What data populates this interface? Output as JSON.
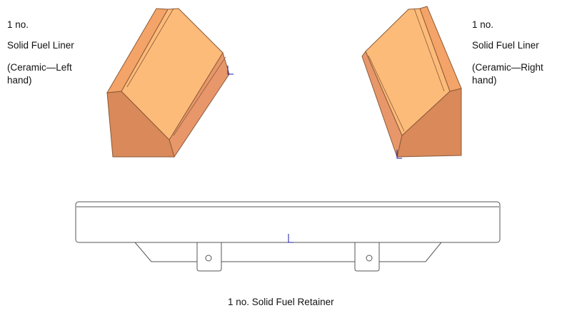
{
  "left_part": {
    "qty": "1 no.",
    "name": "Solid Fuel Liner",
    "spec_line1": "(Ceramic—Left",
    "spec_line2": "hand)"
  },
  "right_part": {
    "qty": "1 no.",
    "name": "Solid Fuel Liner",
    "spec_line1": "(Ceramic—Right",
    "spec_line2": "hand)"
  },
  "bottom_part": {
    "caption": "1 no. Solid Fuel Retainer"
  },
  "colors": {
    "ceramic_top": "#FDBB79",
    "ceramic_bevel": "#F4A468",
    "ceramic_front": "#D9895A",
    "ceramic_side": "#E8976A",
    "ceramic_edge": "#8A5A38",
    "steel_stroke": "#555555",
    "axis_marker": "#1a1aa8"
  }
}
